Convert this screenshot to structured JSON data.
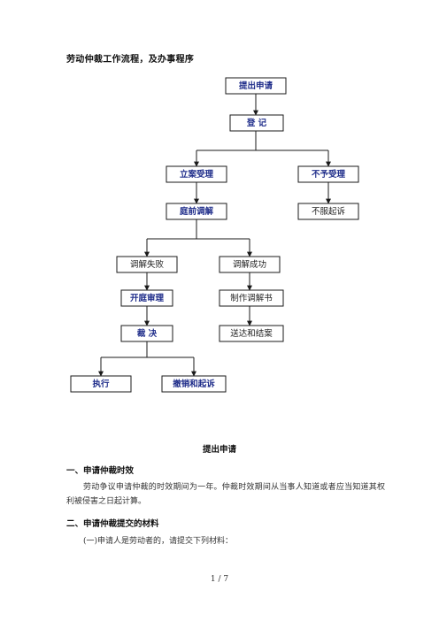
{
  "document": {
    "title": "劳动仲裁工作流程，及办事程序",
    "section_heading": "提出申请",
    "sections": [
      {
        "heading": "一、申请仲裁时效",
        "text": "劳动争议申请仲裁的时效期间为一年。仲裁时效期间从当事人知道或者应当知道其权利被侵害之日起计算。"
      },
      {
        "heading": "二、申请仲裁提交的材料",
        "text": "(一)申请人是劳动者的，请提交下列材料："
      }
    ],
    "page_number": "1 / 7"
  },
  "flowchart": {
    "nodes": [
      {
        "id": "apply",
        "label": "提出申请",
        "style": "main"
      },
      {
        "id": "register",
        "label": "登    记",
        "style": "main"
      },
      {
        "id": "accept",
        "label": "立案受理",
        "style": "main"
      },
      {
        "id": "reject",
        "label": "不予受理",
        "style": "main"
      },
      {
        "id": "pretrial",
        "label": "庭前调解",
        "style": "main"
      },
      {
        "id": "dissatisfied",
        "label": "不服起诉",
        "style": "side"
      },
      {
        "id": "mediation_fail",
        "label": "调解失败",
        "style": "side"
      },
      {
        "id": "mediation_success",
        "label": "调解成功",
        "style": "side"
      },
      {
        "id": "trial",
        "label": "开庭审理",
        "style": "main"
      },
      {
        "id": "mediation_doc",
        "label": "制作调解书",
        "style": "side"
      },
      {
        "id": "ruling",
        "label": "裁    决",
        "style": "main"
      },
      {
        "id": "delivery",
        "label": "送达和结案",
        "style": "side"
      },
      {
        "id": "execute",
        "label": "执行",
        "style": "main"
      },
      {
        "id": "withdraw",
        "label": "撤销和起诉",
        "style": "main"
      }
    ]
  }
}
